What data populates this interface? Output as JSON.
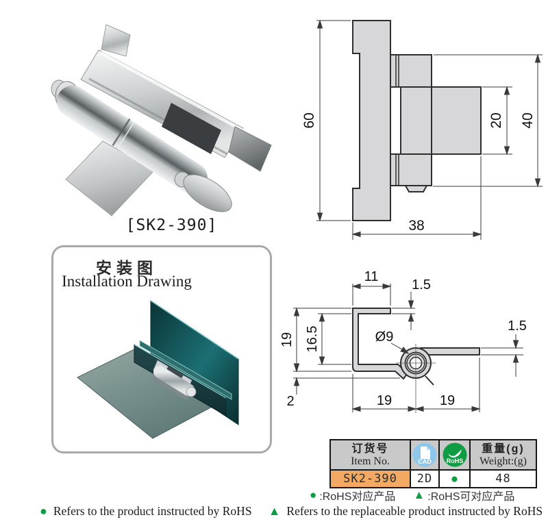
{
  "product": {
    "model_label": "[SK2-390]"
  },
  "installation": {
    "title_zh": "安装图",
    "title_en": "Installation Drawing"
  },
  "dims": {
    "side_height": "60",
    "side_block": "20",
    "side_span": "40",
    "side_width": "38",
    "sec_top_width": "11",
    "sec_top_thickness": "1.5",
    "sec_left_height": "19",
    "sec_inner_height": "16.5",
    "sec_diameter": "Ø9",
    "sec_right_thickness": "1.5",
    "sec_bottom_offset": "2",
    "sec_leg_left": "19",
    "sec_leg_right": "19"
  },
  "table": {
    "header": {
      "item_zh": "订货号",
      "item_en": "Item No.",
      "cad": "CAD",
      "rohs": "RoHS",
      "weight_zh": "重量(g)",
      "weight_en": "Weight:(g)"
    },
    "row": {
      "item_no": "SK2-390",
      "cad": "2D",
      "weight": "48"
    }
  },
  "legend": {
    "dot_label": ":RoHS对应产品",
    "triangle_label": ":RoHS可对应产品"
  },
  "footer": {
    "dot_note": "Refers to the product instructed by RoHS",
    "triangle_note": "Refers to the replaceable product instructed by RoHS"
  },
  "icons": {
    "dot": "●",
    "triangle": "▲"
  },
  "colors": {
    "rohs_green": "#0f9c43",
    "cad_blue": "#8ec7ea",
    "item_orange": "#f2a963",
    "header_gray": "#c9c9c9"
  }
}
